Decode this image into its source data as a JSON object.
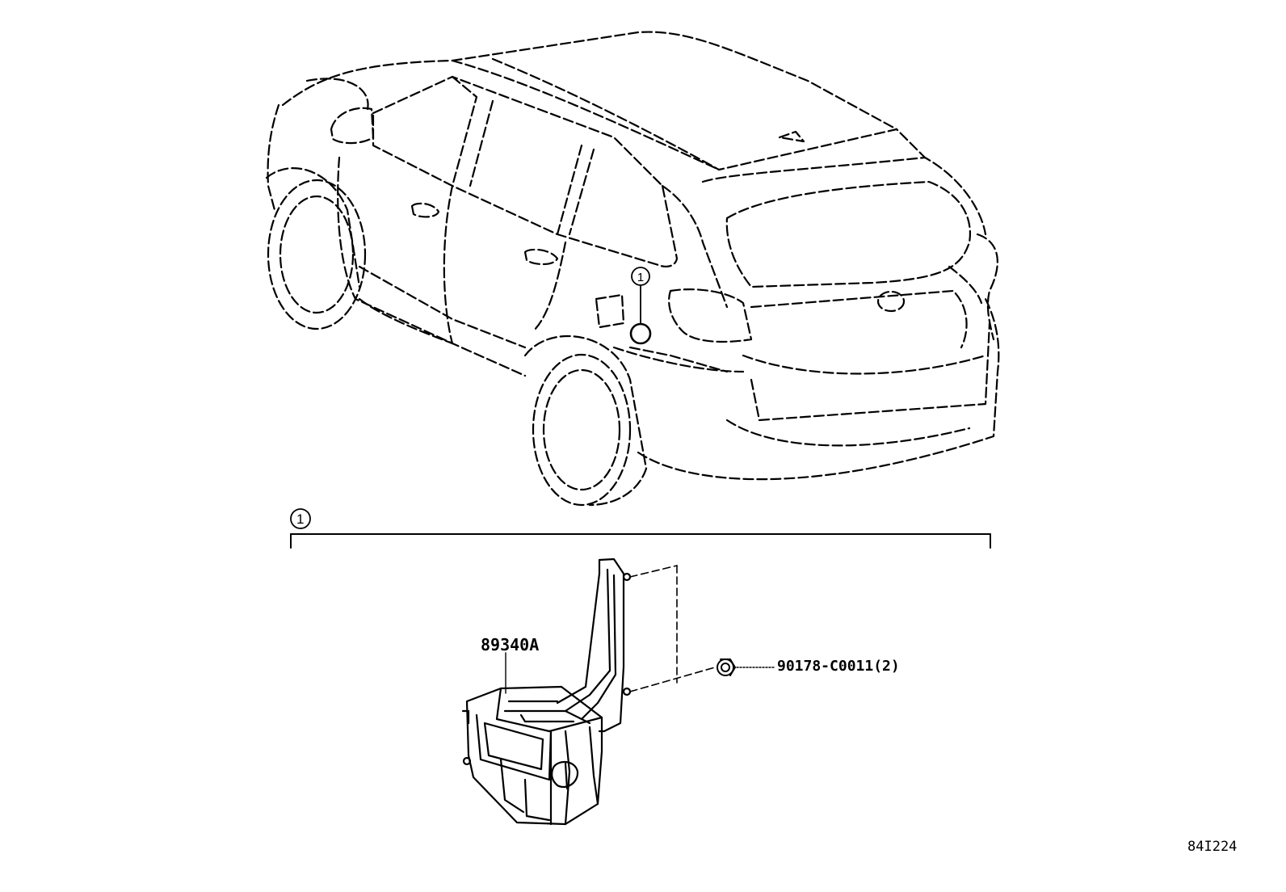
{
  "diagram": {
    "callout_index": "1",
    "parts": [
      {
        "number": "89340A"
      },
      {
        "number": "90178-C0011(2)"
      }
    ],
    "figure_code": "84I224"
  }
}
